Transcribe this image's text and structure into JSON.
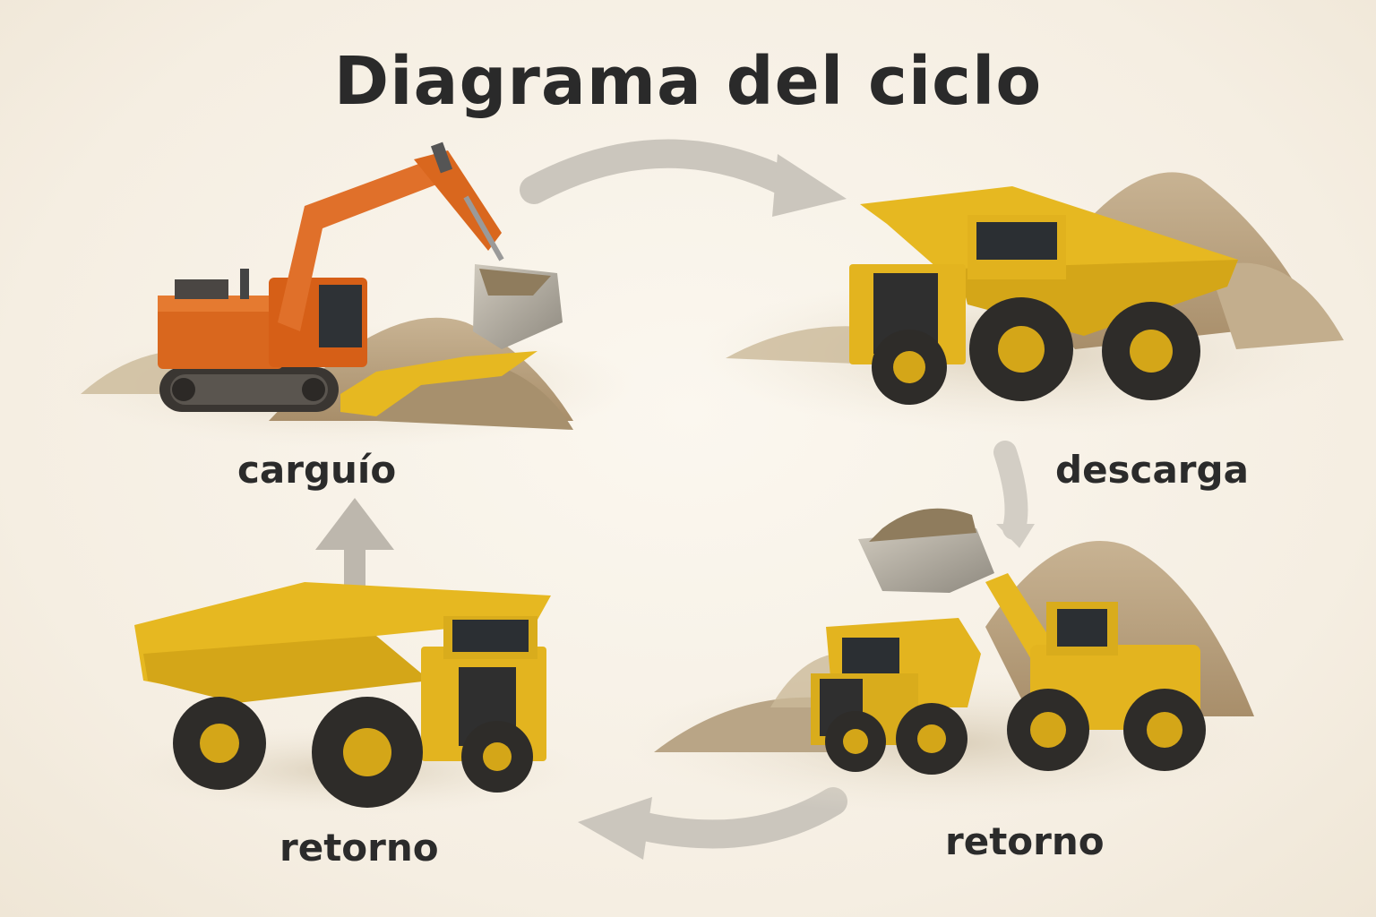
{
  "title": "Diagrama del ciclo",
  "stages": {
    "carguio": {
      "label": "carguío",
      "icon": "excavator-icon"
    },
    "descarga": {
      "label": "descarga",
      "icon": "haul-truck-icon"
    },
    "retorno_right": {
      "label": "retorno",
      "icon": "wheel-loader-loading-truck-icon"
    },
    "retorno_left": {
      "label": "retorno",
      "icon": "haul-truck-icon"
    }
  },
  "colors": {
    "background": "#f7f1e6",
    "truck_yellow": "#e6b821",
    "excavator_orange": "#d9671e",
    "arrow_gray": "#c9c4bb",
    "text": "#2b2b2b",
    "soil": "#b9a586"
  }
}
